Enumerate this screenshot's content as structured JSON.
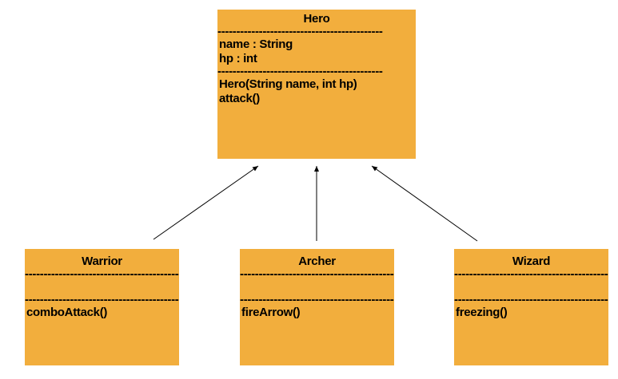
{
  "separator": "--------------------------------------------",
  "colors": {
    "box_fill": "#f2ae3d",
    "text": "#000000",
    "arrow": "#000000"
  },
  "hero": {
    "title": "Hero",
    "attributes": [
      "name : String",
      "hp : int"
    ],
    "methods": [
      "Hero(String name, int hp)",
      "attack()"
    ]
  },
  "warrior": {
    "title": "Warrior",
    "methods": [
      "comboAttack()"
    ]
  },
  "archer": {
    "title": "Archer",
    "methods": [
      "fireArrow()"
    ]
  },
  "wizard": {
    "title": "Wizard",
    "methods": [
      "freezing()"
    ]
  }
}
